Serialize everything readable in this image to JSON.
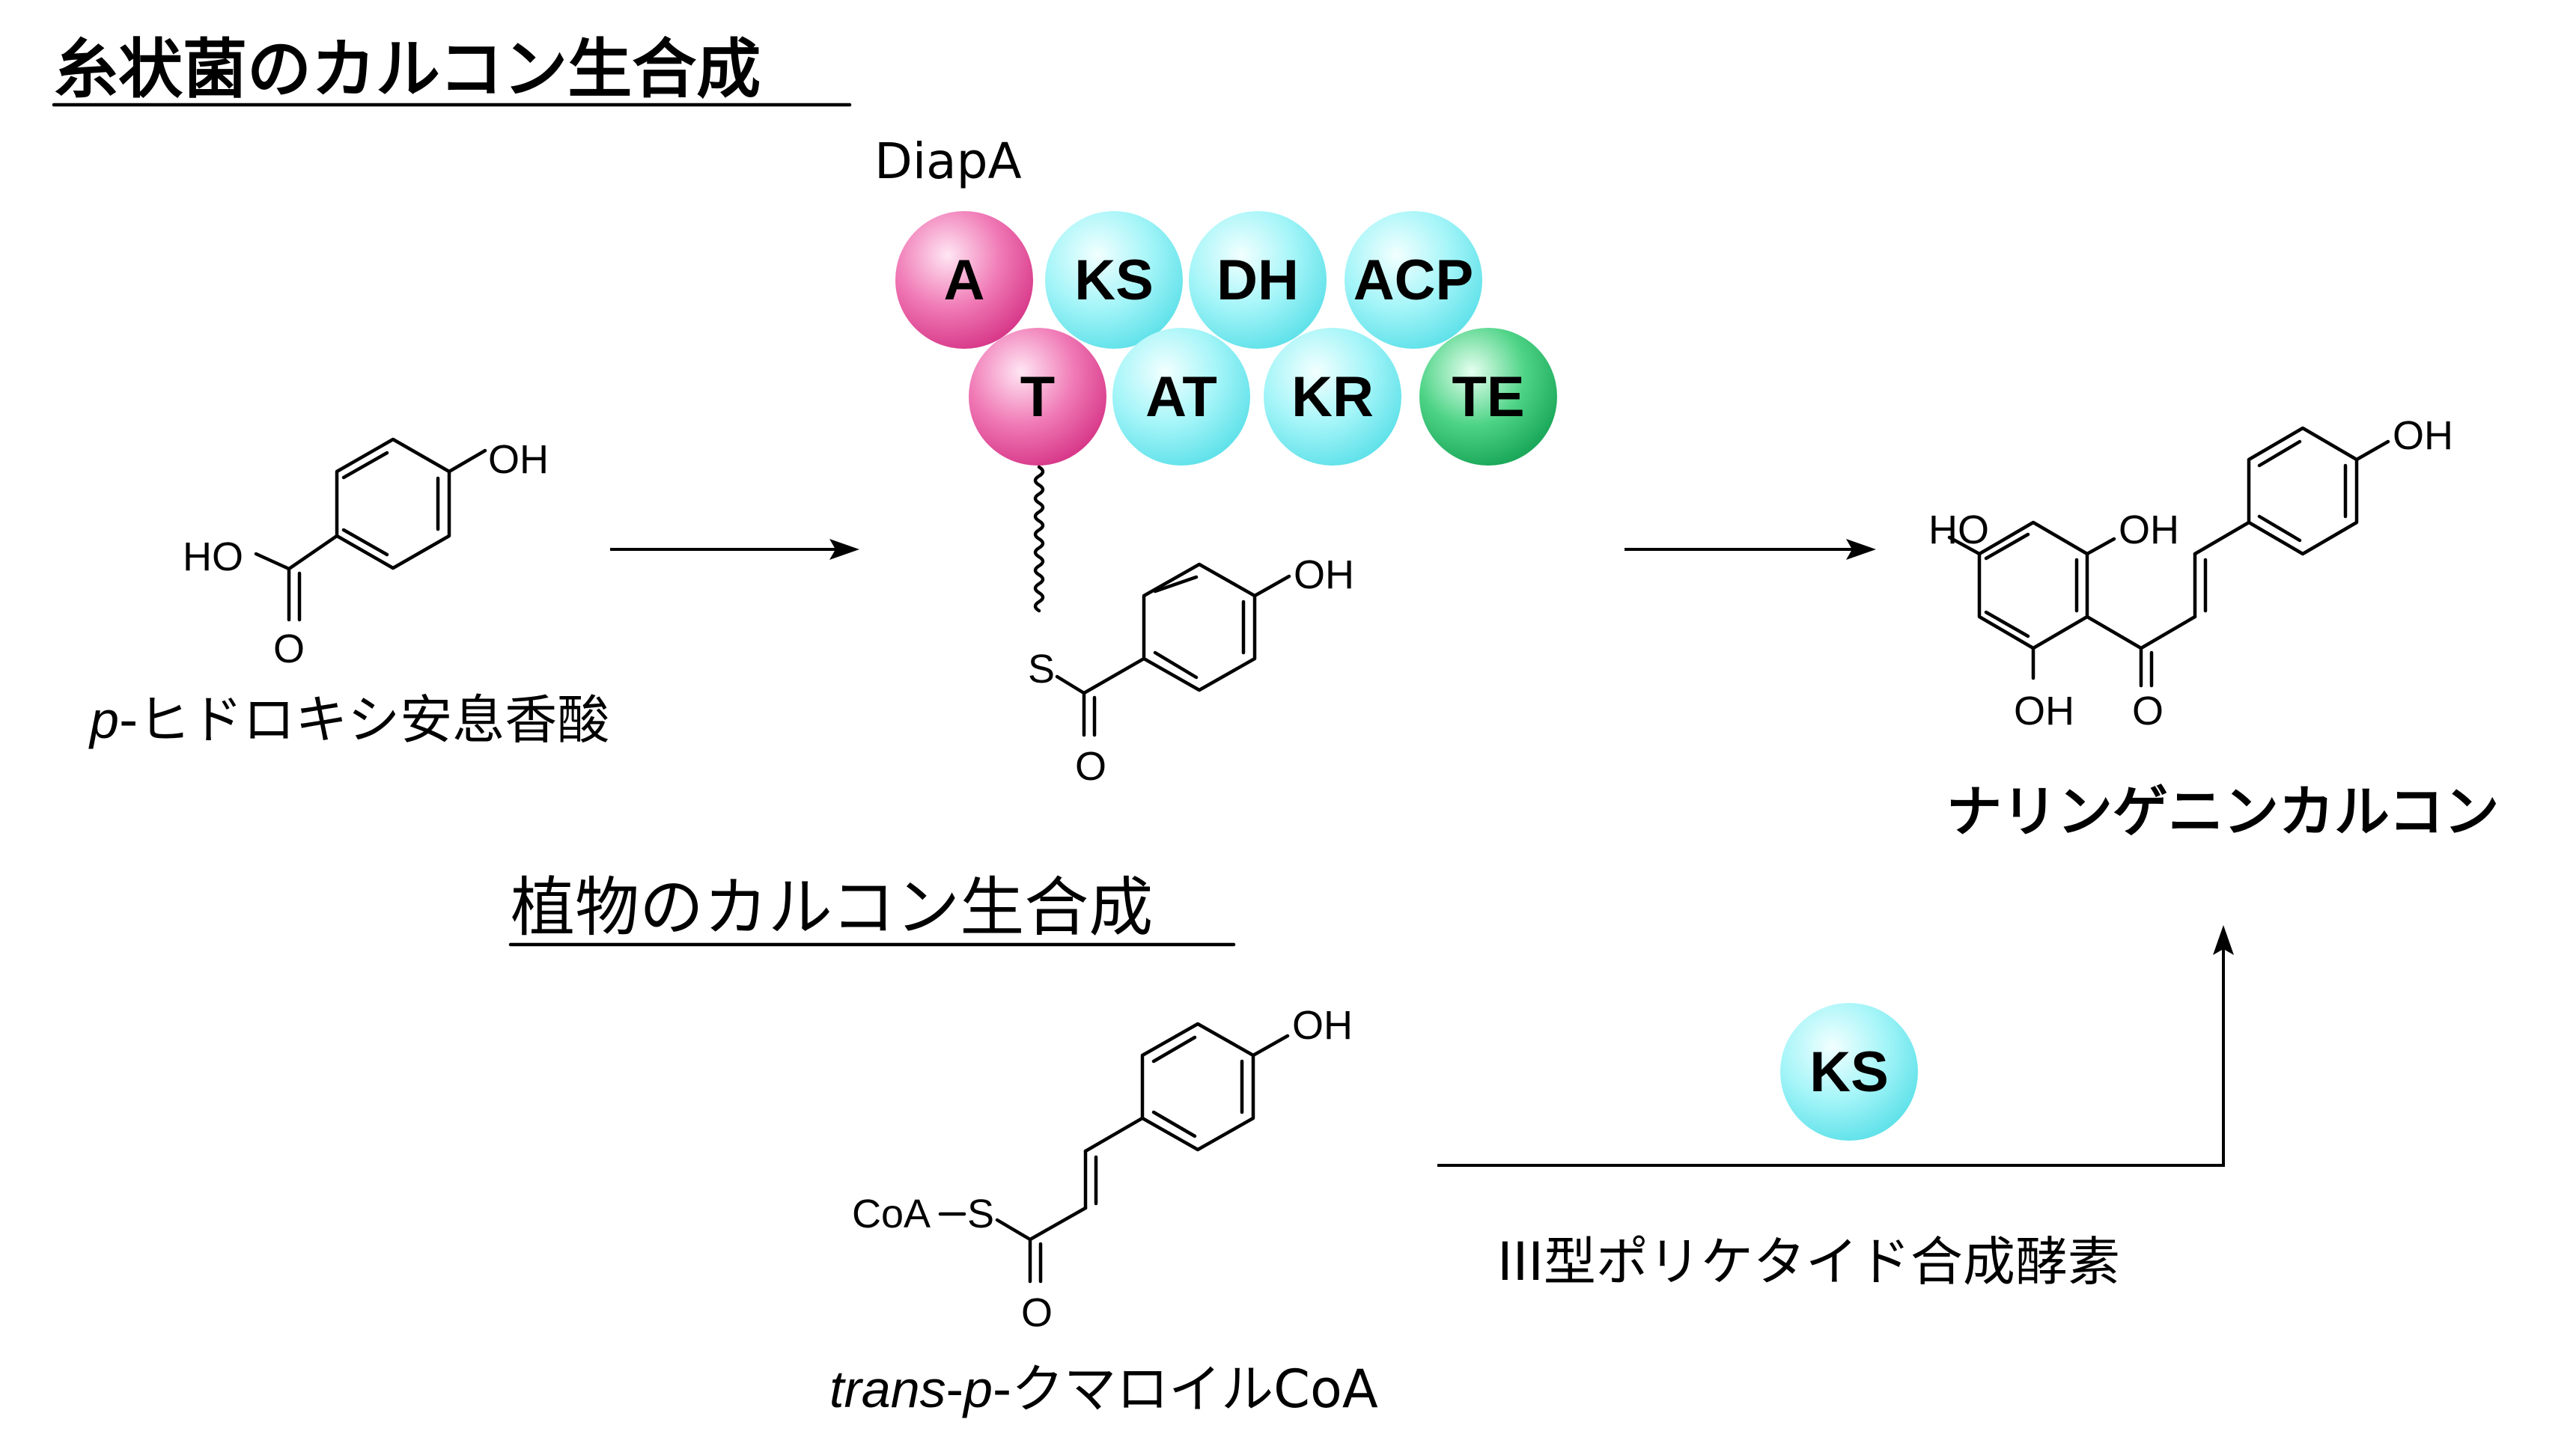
{
  "titles": {
    "fungal": "糸状菌のカルコン生合成",
    "plant": "植物のカルコン生合成"
  },
  "enzyme": {
    "name": "DiapA",
    "domains": [
      "A",
      "KS",
      "DH",
      "ACP",
      "T",
      "AT",
      "KR",
      "TE"
    ]
  },
  "plant_enzyme": {
    "domain": "KS",
    "label": "III型ポリケタイド合成酵素"
  },
  "compounds": {
    "substrate_fungal": {
      "prefix": "p",
      "name": "-ヒドロキシ安息香酸"
    },
    "substrate_plant": {
      "prefix_trans": "trans",
      "sep": "-",
      "prefix_p": "p",
      "name": "-クマロイルCoA"
    },
    "product": "ナリンゲニンカルコン"
  },
  "atoms": {
    "oh": "OH",
    "ho": "HO",
    "o": "O",
    "s": "S",
    "coa": "CoA"
  },
  "colors": {
    "pink_domain": "#ec5aa2",
    "cyan_domain": "#8ff2f6",
    "green_domain": "#2fc56f",
    "line": "#000000"
  }
}
